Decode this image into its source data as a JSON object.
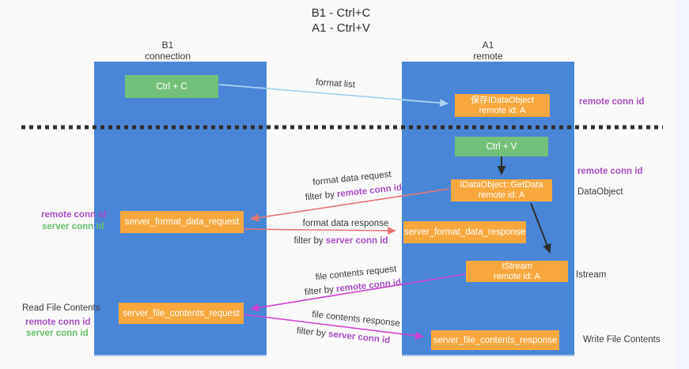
{
  "colors": {
    "column_blue": "#4a86d8",
    "box_orange": "#f7a73e",
    "box_green": "#72c17a",
    "arrow_blue": "#a9d3ee",
    "arrow_red": "#e87474",
    "arrow_magenta": "#cf3ecf",
    "text_purple": "#a64fc4",
    "text_green": "#67bf6b",
    "dashed_line": "#2e2e2e",
    "background": "#f9f9f9"
  },
  "title": {
    "line1": "B1 - Ctrl+C",
    "line2": "A1 - Ctrl+V"
  },
  "lanes": {
    "left": {
      "name": "B1",
      "role": "connection"
    },
    "right": {
      "name": "A1",
      "role": "remote"
    }
  },
  "boxes": {
    "ctrl_c": {
      "label": "Ctrl + C"
    },
    "ctrl_v": {
      "label": "Ctrl + V"
    },
    "save_idataobject": {
      "line1": "保存IDataObject",
      "line2": "remote id: A"
    },
    "getdata": {
      "line1": "IDataObject::GetData",
      "line2": "remote id: A"
    },
    "istream": {
      "line1": "IStream",
      "line2": "remote id: A"
    },
    "server_format_data_request": {
      "label": "server_format_data_request"
    },
    "server_format_data_response": {
      "label": "server_format_data_response"
    },
    "server_file_contents_request": {
      "label": "server_file_contents_request"
    },
    "server_file_contents_response": {
      "label": "server_file_contents_response"
    }
  },
  "arrow_labels": {
    "format_list": "format list",
    "format_data_request": "format data request",
    "format_data_response": "format data response",
    "file_contents_request": "file contents request",
    "file_contents_response": "file contents response",
    "filter_by": "filter by ",
    "remote_conn_id": "remote conn id",
    "server_conn_id": "server conn id"
  },
  "side_labels": {
    "left_remote_conn_id_1": "remote conn id",
    "left_server_conn_id_1": "server conn id",
    "read_file_contents": "Read File Contents",
    "left_remote_conn_id_2": "remote conn id",
    "left_server_conn_id_2": "server conn id",
    "right_remote_conn_id_1": "remote conn id",
    "right_remote_conn_id_2": "remote conn id",
    "dataobject": "DataObject",
    "istream": "Istream",
    "write_file_contents": "Write File Contents"
  }
}
